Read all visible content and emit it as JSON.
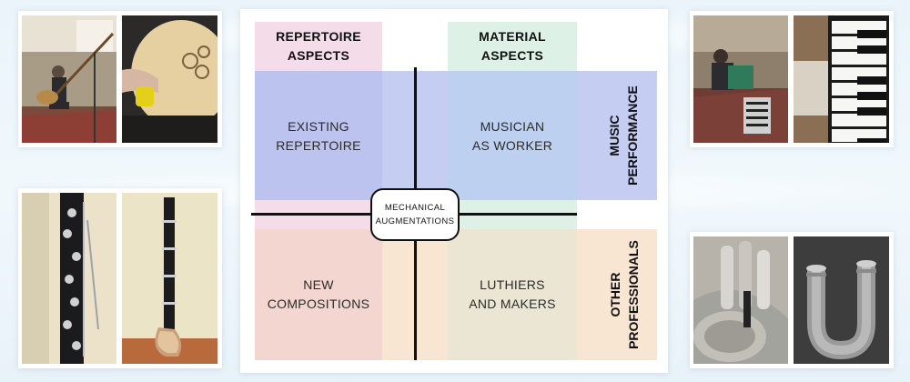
{
  "diagram": {
    "columns": {
      "repertoire": "REPERTOIRE\nASPECTS",
      "material": "MATERIAL\nASPECTS"
    },
    "rows": {
      "music_performance": "MUSIC\nPERFORMANCE",
      "other_professionals": "OTHER\nPROFESSIONALS"
    },
    "cells": {
      "top_left": "EXISTING\nREPERTOIRE",
      "top_right": "MUSICIAN\nAS WORKER",
      "bottom_left": "NEW\nCOMPOSITIONS",
      "bottom_right": "LUTHIERS\nAND MAKERS"
    },
    "center": "MECHANICAL\nAUGMENTATIONS"
  },
  "colors": {
    "pink": "#f4dde9",
    "green": "#ddf1e6",
    "blue": "#c6cdf3",
    "peach": "#f8e6d2",
    "blue_pink": "#bcc3ef",
    "blue_green": "#bdd0ef",
    "peach_pink": "#f3d6cf",
    "peach_green": "#eae6d3"
  },
  "photos": [
    {
      "name": "theorbo-player-photo"
    },
    {
      "name": "lute-closeup-photo"
    },
    {
      "name": "accordion-player-photo"
    },
    {
      "name": "accordion-keys-photo"
    },
    {
      "name": "contrabass-clarinet-closeup-photo"
    },
    {
      "name": "contrabass-clarinet-full-photo"
    },
    {
      "name": "euphonium-valves-photo"
    },
    {
      "name": "tube-3d-model-photo"
    }
  ]
}
